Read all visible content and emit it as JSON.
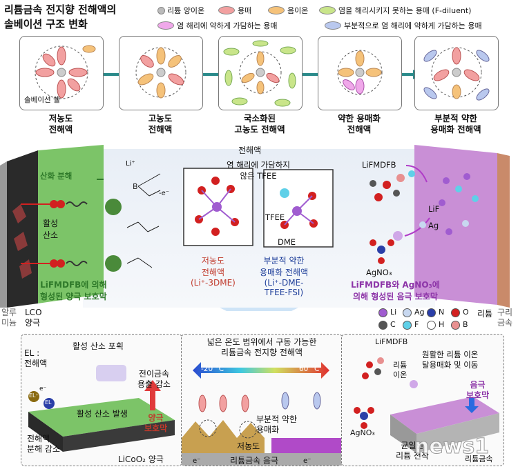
{
  "title": [
    "리튬금속 전지향 전해액의",
    "솔베이션 구조 변화"
  ],
  "legend": {
    "li_ion": "리튬 양이온",
    "solvent": "용매",
    "anion": "음이온",
    "diluent": "염을 해리시키지 못하는 용매 (F-diluent)",
    "weak": "염 해리에 약하게 가담하는 용매",
    "partial": "부분적으로 염 해리에 약하게 가담하는 용매"
  },
  "colors": {
    "solvent": "#f2a0a0",
    "anion": "#f5c27a",
    "diluent": "#c9e58a",
    "weak": "#f0a8ea",
    "partial": "#b9c8ee",
    "arrow": "#2a8a8a",
    "cathode_green": "#7cc468",
    "anode_purple": "#c98fd6"
  },
  "solvation_shell_label": "솔베이션 쉘",
  "stages": [
    {
      "label": "저농도\n전해액"
    },
    {
      "label": "고농도\n전해액"
    },
    {
      "label": "국소화된\n고농도 전해액"
    },
    {
      "label": "약한 용매화\n전해액"
    },
    {
      "label": "부분적 약한\n용매화 전해액"
    }
  ],
  "middle": {
    "electrolyte": "전해액",
    "oxidation": "산화 분해",
    "li_plus": "Li⁺",
    "minus_e": "-e⁻",
    "active_oxygen": "활성\n산소",
    "cathode_film": "LiFMDFB에 의해\n형성된 양극 보호막",
    "tfee_note": "염 해리에 가담하지\n않은 TFEE",
    "low_conc": "저농도\n전해액\n(Li⁺-3DME)",
    "partial_weak": "부분적 약한\n용매화 전해액\n(Li⁺-DME-\nTFEE-FSI)",
    "tfee": "TFEE",
    "dme": "DME",
    "lifmdfb": "LiFMDFB",
    "agno3": "AgNO₃",
    "lif": "LiF",
    "ag": "Ag",
    "anode_film": "LiFMDFB와 AgNO₃에\n의해 형성된 음극 보호막",
    "al": "알루\n미늄",
    "lco": "LCO\n양극",
    "li_metal": "리튬",
    "cu": "구리\n금속"
  },
  "atom_legend": [
    {
      "sym": "Li",
      "color": "#a05cd0"
    },
    {
      "sym": "Ag",
      "color": "#c8d8f0"
    },
    {
      "sym": "N",
      "color": "#2b3fa8"
    },
    {
      "sym": "O",
      "color": "#d22020"
    },
    {
      "sym": "C",
      "color": "#555555"
    },
    {
      "sym": "F",
      "color": "#5fd0e8"
    },
    {
      "sym": "H",
      "color": "#ffffff"
    },
    {
      "sym": "B",
      "color": "#e89090"
    }
  ],
  "bottom": {
    "left": {
      "el_note": "EL :\n전해액",
      "capture": "활성 산소 포획",
      "tm": "전이금속\n용출 감소",
      "gen": "활성 산소 발생",
      "film": "양극\n보호막",
      "decomp": "전해액\n분해 감소",
      "cathode": "LiCoO₂ 양극",
      "el": "EL",
      "el_plus": "EL⁺",
      "minus_e": "e⁻"
    },
    "center": {
      "heading": "넓은 온도 범위에서 구동 가능한\n리튬금속 전지향 전해액",
      "t_low": "-20 °C",
      "t_high": "60 °C",
      "partial": "부분적 약한\n용매화",
      "low": "저농도",
      "anode": "리튬금속 음극",
      "e": "e⁻"
    },
    "right": {
      "lifmdfb": "LiFMDFB",
      "li_ion": "리튬\n이온",
      "desolv": "원활한 리튬 이온\n탈용매화 및 이동",
      "film": "음극\n보호막",
      "agno3": "AgNO₃",
      "deposit": "균일한\n리튬 전착",
      "li_metal": "리튬금속"
    }
  },
  "watermark": "news1"
}
